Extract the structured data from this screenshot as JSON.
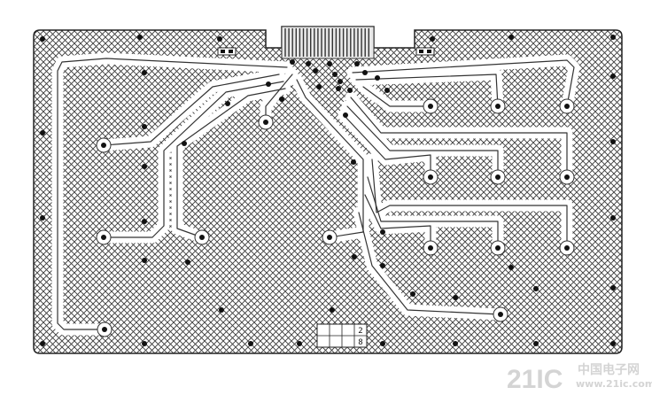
{
  "board": {
    "description_visible": false,
    "colors": {
      "hatch": "#333333",
      "board_bg": "#ffffff",
      "outline": "#222222",
      "via": "#111111",
      "connector_fill": "#e6e6e6",
      "connector_lines": "#333333",
      "watermark": "#d4d4d4"
    }
  },
  "label_grid": {
    "cells": [
      "",
      "",
      "",
      "2",
      "",
      "",
      "",
      "8"
    ]
  },
  "watermark": {
    "logo": "21IC",
    "cjk": "中国电子网",
    "url": "www.21ic.com"
  }
}
